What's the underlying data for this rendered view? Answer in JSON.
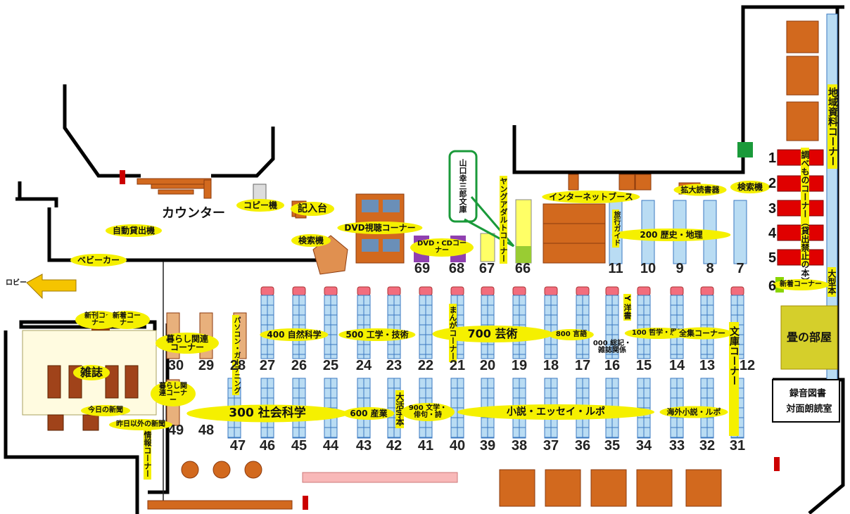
{
  "colors": {
    "shelf_fill": "#b9dcf3",
    "shelf_top": "#f26d7d",
    "label_bg": "#f5f000",
    "wood": "#d2691e",
    "wall": "#000000",
    "red_shelf": "#e00000",
    "tatami": "#d5cf2b"
  },
  "labels": {
    "counter": "カウンター",
    "self_checkout": "自動貸出機",
    "stroller": "ベビーカー",
    "copier": "コピー機",
    "writing_desk": "記入台",
    "search_terminal": "検索機",
    "dvd_viewing": "DVD視聴コーナー",
    "dvd_cd": "DVD・CDコーナー",
    "yamaguchi_collection": "山口幸三郎文庫",
    "young_adult": "ヤングアダルトコーナー",
    "internet_booth": "インターネットブース",
    "magnifier": "拡大読書器",
    "search_terminal_right": "検索機",
    "regional": "地域資料コーナー",
    "reference": "調べものコーナー（貸出禁止の本）",
    "large_print": "大型本",
    "new_books": "新刊コーナー",
    "new_books_2": "新着コーナー",
    "lobby": "ロビー",
    "tatami_room": "畳の部屋",
    "audio_books": "録音図書",
    "reading_room": "対面朗読室",
    "magazines": "雑誌",
    "today_news": "今日の新聞",
    "past_news": "昨日以外の新聞",
    "info_corner": "情報コーナー",
    "life": "暮らし関連コーナー",
    "life_2": "暮らし関連コーナー",
    "pc_gardening": "パソコン・ガーデニング",
    "nat_sci": "400 自然科学",
    "tech": "500 工学・技術",
    "arts": "700 芸術",
    "manga": "まんがコーナー",
    "language": "800 言語",
    "general": "000 総記・雑誌関係",
    "philosophy": "100 哲学・思想",
    "complete": "全集コーナー",
    "bunko": "文庫コーナー",
    "yousho": "Y 洋書",
    "social": "300 社会科学",
    "industry": "600 産業",
    "large_type": "大活字本",
    "lit": "900 文学・俳句・詩",
    "novels": "小説・エッセイ・ルポ",
    "foreign_novels": "海外小説・ルポ",
    "history": "200 歴史・地理",
    "travel": "旅行ガイド",
    "renew": "新着コーナー"
  },
  "shelf_numbers": {
    "top_row": [
      "69",
      "68",
      "67",
      "66",
      "11",
      "10",
      "9",
      "8",
      "7"
    ],
    "middle_row": [
      "30",
      "29",
      "28",
      "27",
      "26",
      "25",
      "24",
      "23",
      "22",
      "21",
      "20",
      "19",
      "18",
      "17",
      "16",
      "15",
      "14",
      "13",
      "12"
    ],
    "bottom_row": [
      "49",
      "48",
      "47",
      "46",
      "45",
      "44",
      "43",
      "42",
      "41",
      "40",
      "39",
      "38",
      "37",
      "36",
      "35",
      "34",
      "33",
      "32",
      "31"
    ],
    "reference_shelves": [
      "1",
      "2",
      "3",
      "4",
      "5",
      "6"
    ]
  }
}
